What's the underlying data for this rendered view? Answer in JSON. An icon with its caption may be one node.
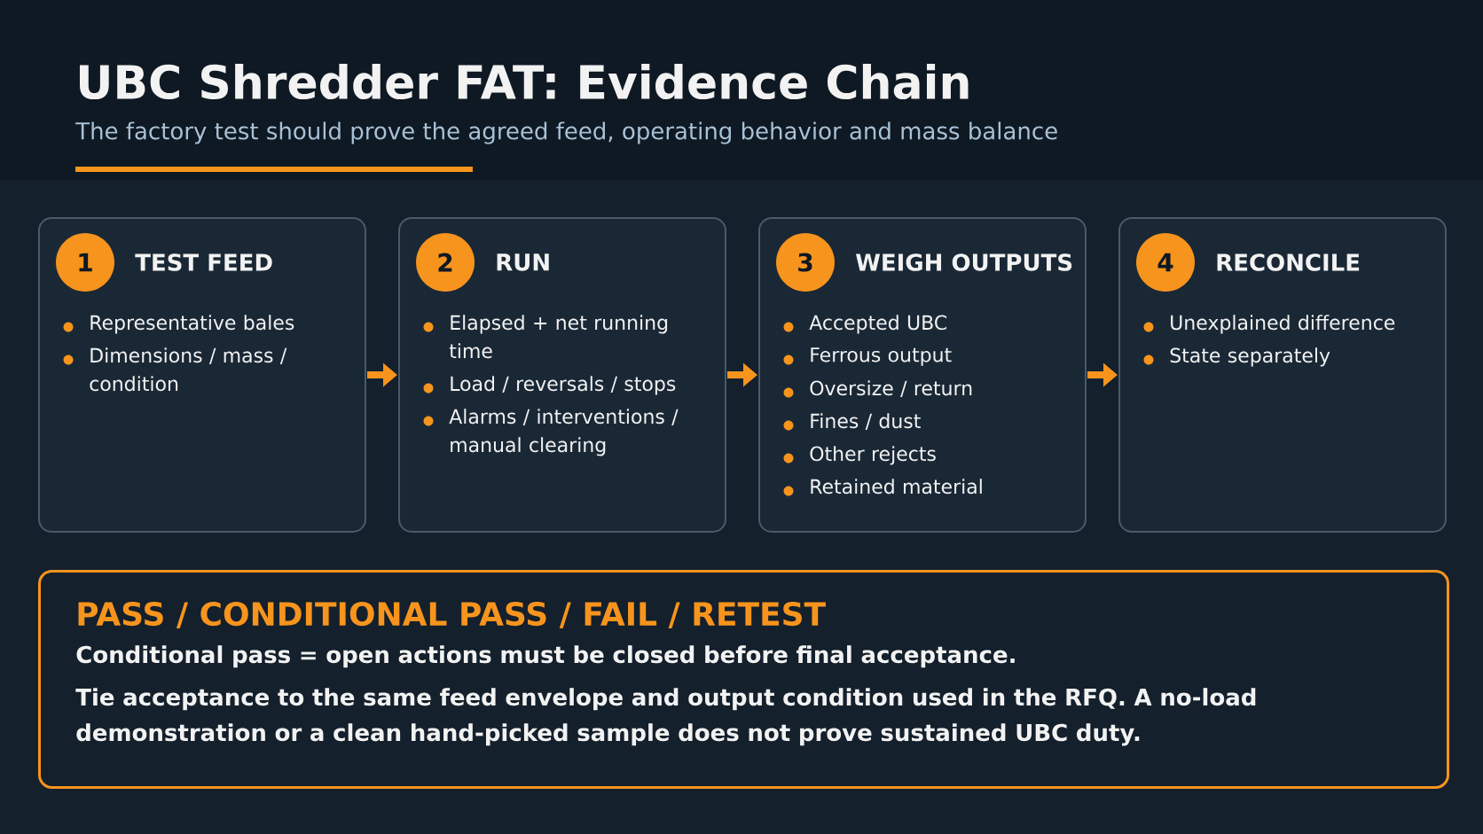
{
  "diagram": {
    "title": "UBC Shredder FAT: Evidence Chain",
    "nodes": [
      {
        "text": [
          "TEST FEED",
          "Representative bales",
          "Dimensions / mass / condition"
        ]
      },
      {
        "text": [
          "1"
        ],
        "in": 0
      },
      {
        "text": [
          "RUN",
          "Elapsed + net running time",
          "Load / reversals / stops",
          "Alarms / interventions / manual clearing"
        ]
      },
      {
        "text": [
          "2"
        ],
        "in": 2
      },
      {
        "text": [
          "WEIGH OUTPUTS",
          "Accepted UBC",
          "Ferrous output",
          "Oversize / return",
          "Fines / dust",
          "Other rejects",
          "Retained material"
        ]
      },
      {
        "text": [
          "3"
        ],
        "in": 4
      },
      {
        "text": [
          "RECONCILE",
          "Unexplained difference",
          "State separately"
        ]
      },
      {
        "text": [
          "4"
        ],
        "in": 6
      },
      {
        "text": [
          "PASS / CONDITIONAL PASS / FAIL / RETEST",
          "Conditional pass = open actions must be closed before final acceptance.",
          "Tie acceptance to the same feed envelope and output condition used in the RFQ. A no-load demonstration or a clean hand-picked sample does not prove sustained UBC duty."
        ]
      }
    ],
    "edges": [
      {
        "from": 0,
        "to": 2,
        "arrow": "to"
      },
      {
        "from": 2,
        "to": 4,
        "arrow": "to"
      },
      {
        "from": 4,
        "to": 6,
        "arrow": "to"
      }
    ],
    "labels": [
      "The factory test should prove the agreed feed, operating behavior and mass balance"
    ]
  }
}
